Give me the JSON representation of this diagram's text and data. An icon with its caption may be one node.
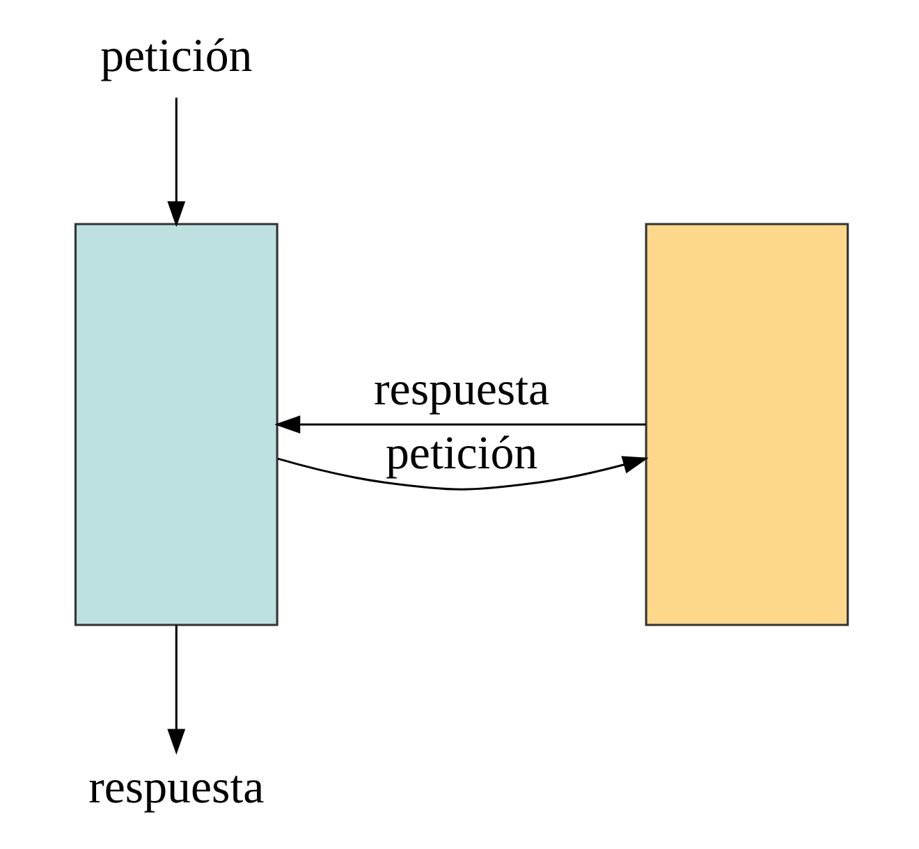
{
  "diagram": {
    "nodes": [
      {
        "text": [
          "petición"
        ]
      },
      {
        "text": [],
        "shape": "box"
      },
      {
        "text": [],
        "shape": "box"
      },
      {
        "text": [
          "respuesta"
        ]
      }
    ],
    "edges": [
      {
        "from": 0,
        "to": 1,
        "arrow": "to"
      },
      {
        "from": 1,
        "to": 2,
        "arrow": "to",
        "label": "petición"
      },
      {
        "from": 2,
        "to": 1,
        "arrow": "to",
        "label": "respuesta"
      },
      {
        "from": 1,
        "to": 3,
        "arrow": "to"
      }
    ]
  }
}
